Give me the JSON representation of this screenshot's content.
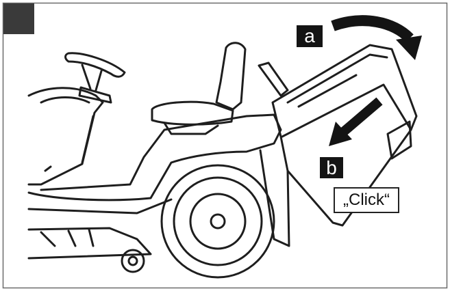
{
  "labels": {
    "step_a": "a",
    "step_b": "b",
    "click_text": "„Click“"
  },
  "colors": {
    "line": "#1e1e1e",
    "corner_box": "#3a3a3a",
    "frame": "#6b6b6b",
    "background": "#ffffff"
  },
  "icons": {
    "rotate_arrow": "curved-arrow-icon",
    "slide_arrow": "straight-arrow-icon"
  }
}
